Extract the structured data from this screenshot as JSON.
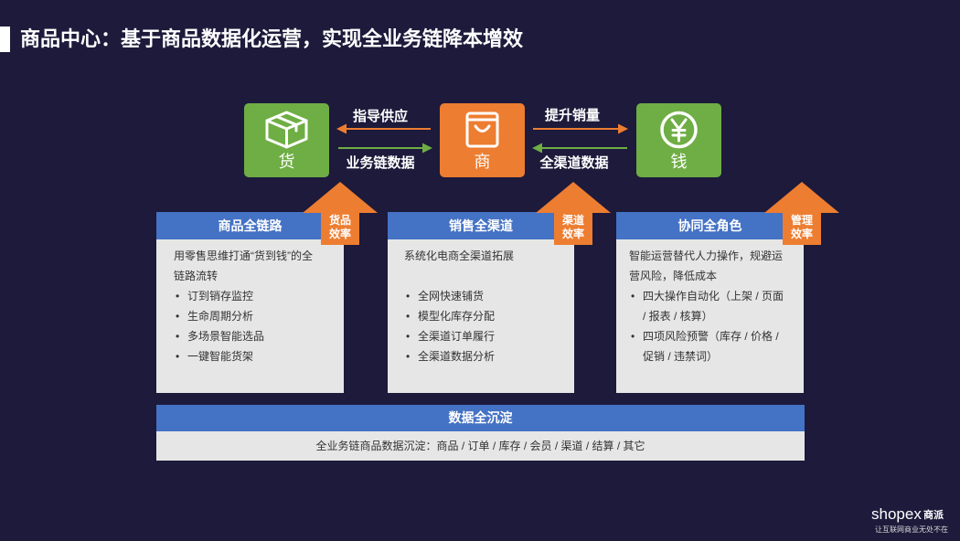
{
  "title": "商品中心：基于商品数据化运营，实现全业务链降本增效",
  "flow": {
    "nodes": [
      {
        "label": "货",
        "icon": "box-icon",
        "color": "#6fae45"
      },
      {
        "label": "商",
        "icon": "shopping-bag-icon",
        "color": "#ed7d31"
      },
      {
        "label": "钱",
        "icon": "yen-coin-icon",
        "color": "#6fae45"
      }
    ],
    "arrows": [
      {
        "label": "指导供应",
        "icon": "arrow-left-icon",
        "color": "#ed7d31"
      },
      {
        "label": "业务链数据",
        "icon": "arrow-right-icon",
        "color": "#6fae45"
      },
      {
        "label": "提升销量",
        "icon": "arrow-right-icon",
        "color": "#ed7d31"
      },
      {
        "label": "全渠道数据",
        "icon": "arrow-left-icon",
        "color": "#6fae45"
      }
    ]
  },
  "panels": [
    {
      "header": "商品全链路",
      "badge": [
        "货品",
        "效率"
      ],
      "intro": "用零售思维打通“货到钱”的全链路流转",
      "bullets": [
        "订到销存监控",
        "生命周期分析",
        "多场景智能选品",
        "一键智能货架"
      ]
    },
    {
      "header": "销售全渠道",
      "badge": [
        "渠道",
        "效率"
      ],
      "intro": "系统化电商全渠道拓展",
      "bullets": [
        "全网快速铺货",
        "模型化库存分配",
        "全渠道订单履行",
        "全渠道数据分析"
      ]
    },
    {
      "header": "协同全角色",
      "badge": [
        "管理",
        "效率"
      ],
      "intro": "智能运营替代人力操作，规避运营风险，降低成本",
      "bullets": [
        "四大操作自动化（上架 / 页面 / 报表 / 核算）",
        "四项风险预警（库存 / 价格 / 促销 / 违禁词）"
      ]
    }
  ],
  "data_summary": {
    "header": "数据全沉淀",
    "text": "全业务链商品数据沉淀：商品 / 订单 / 库存 / 会员 / 渠道 / 结算 / 其它"
  },
  "logo": {
    "brand": "shopex",
    "brand_cn": "商派",
    "tagline": "让互联网商业无处不在"
  },
  "colors": {
    "background": "#1d1a3b",
    "header_blue": "#4472c4",
    "panel_grey": "#e6e6e6",
    "orange": "#ed7d31",
    "green": "#6fae45",
    "text_dark": "#333333"
  }
}
